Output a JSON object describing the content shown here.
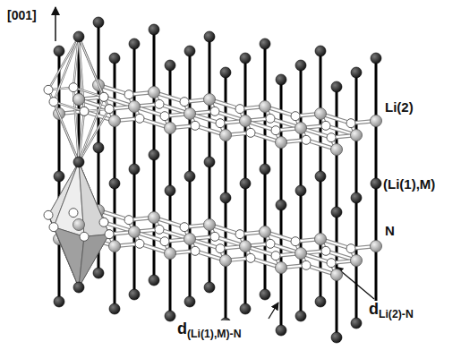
{
  "diagram": {
    "labels": [
      "[001]",
      "Li(2)",
      "(Li(1),M)",
      "N",
      "d(Li(1),M)-N",
      "dLi(2)-N"
    ]
  }
}
